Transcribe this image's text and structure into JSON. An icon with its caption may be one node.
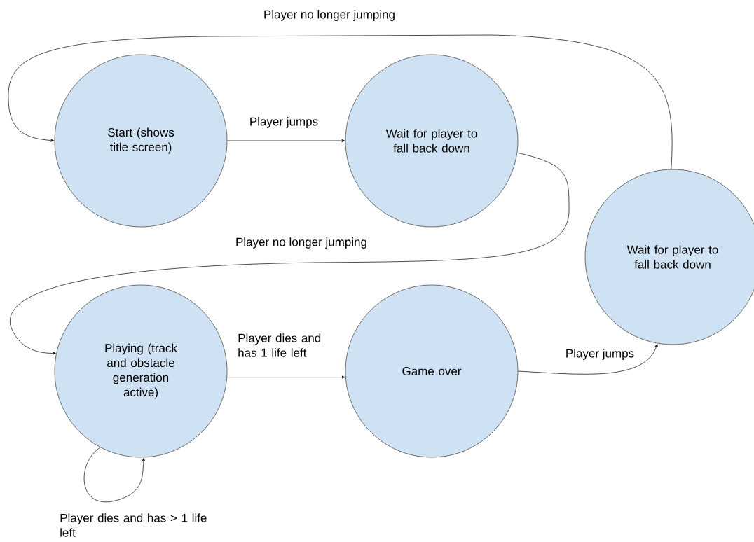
{
  "diagram": {
    "nodes": [
      {
        "text": [
          "Start (shows title screen)"
        ]
      },
      {
        "text": [
          "Wait for player to fall back down"
        ]
      },
      {
        "text": [
          "Playing (track and obstacle generation active)"
        ]
      },
      {
        "text": [
          "Game over"
        ]
      },
      {
        "text": [
          "Wait for player to fall back down"
        ]
      }
    ],
    "edges": [
      {
        "from": 0,
        "to": 1,
        "arrow": "to",
        "label": "Player jumps"
      },
      {
        "from": 1,
        "to": 2,
        "arrow": "to",
        "label": "Player no longer jumping"
      },
      {
        "from": 2,
        "to": 3,
        "arrow": "to",
        "label": "Player dies and has 1 life left"
      },
      {
        "from": 2,
        "to": 2,
        "arrow": "to",
        "label": "Player dies and has > 1 life left"
      },
      {
        "from": 3,
        "to": 4,
        "arrow": "to",
        "label": "Player jumps"
      },
      {
        "from": 4,
        "to": 0,
        "arrow": "to",
        "label": "Player no longer jumping"
      }
    ]
  }
}
